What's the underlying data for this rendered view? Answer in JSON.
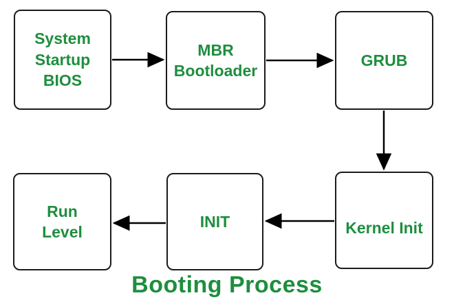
{
  "title": "Booting Process",
  "colors": {
    "text_green": "#1e8e3e",
    "box_border": "#1a1a1a",
    "arrow": "#000000",
    "background": "#ffffff"
  },
  "diagram": {
    "nodes": [
      {
        "id": "bios",
        "label": "System\nStartup\nBIOS"
      },
      {
        "id": "mbr",
        "label": "MBR\nBootloader"
      },
      {
        "id": "grub",
        "label": "GRUB"
      },
      {
        "id": "kernel-init",
        "label": "Kernel Init"
      },
      {
        "id": "init",
        "label": "INIT"
      },
      {
        "id": "run-level",
        "label": "Run\nLevel"
      }
    ],
    "edges": [
      {
        "from": "bios",
        "to": "mbr"
      },
      {
        "from": "mbr",
        "to": "grub"
      },
      {
        "from": "grub",
        "to": "kernel-init"
      },
      {
        "from": "kernel-init",
        "to": "init"
      },
      {
        "from": "init",
        "to": "run-level"
      }
    ]
  }
}
